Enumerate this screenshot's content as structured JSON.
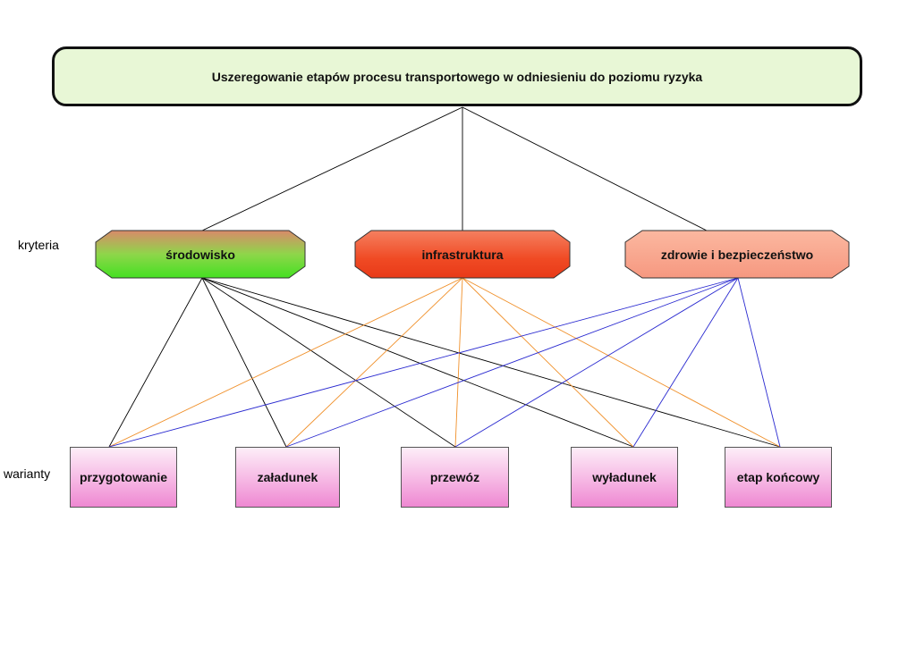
{
  "goal": {
    "text": "Uszeregowanie etapów procesu transportowego w odniesieniu do poziomu ryzyka"
  },
  "row_labels": {
    "criteria": "kryteria",
    "variants": "warianty"
  },
  "criteria": [
    {
      "id": "c1",
      "label": "środowisko",
      "color": "#66dd33"
    },
    {
      "id": "c2",
      "label": "infrastruktura",
      "color": "#f04a24"
    },
    {
      "id": "c3",
      "label": "zdrowie i bezpieczeństwo",
      "color": "#f89a80"
    }
  ],
  "variants": [
    {
      "id": "v1",
      "label": "przygotowanie"
    },
    {
      "id": "v2",
      "label": "załadunek"
    },
    {
      "id": "v3",
      "label": "przewóz"
    },
    {
      "id": "v4",
      "label": "wyładunek"
    },
    {
      "id": "v5",
      "label": "etap końcowy"
    }
  ],
  "edges": {
    "goal_to_criteria": {
      "color": "#000000"
    },
    "criteria_to_variants": [
      {
        "criterion": "c1",
        "color": "#000000"
      },
      {
        "criterion": "c2",
        "color": "#f0902a"
      },
      {
        "criterion": "c3",
        "color": "#2a2ad0"
      }
    ]
  }
}
